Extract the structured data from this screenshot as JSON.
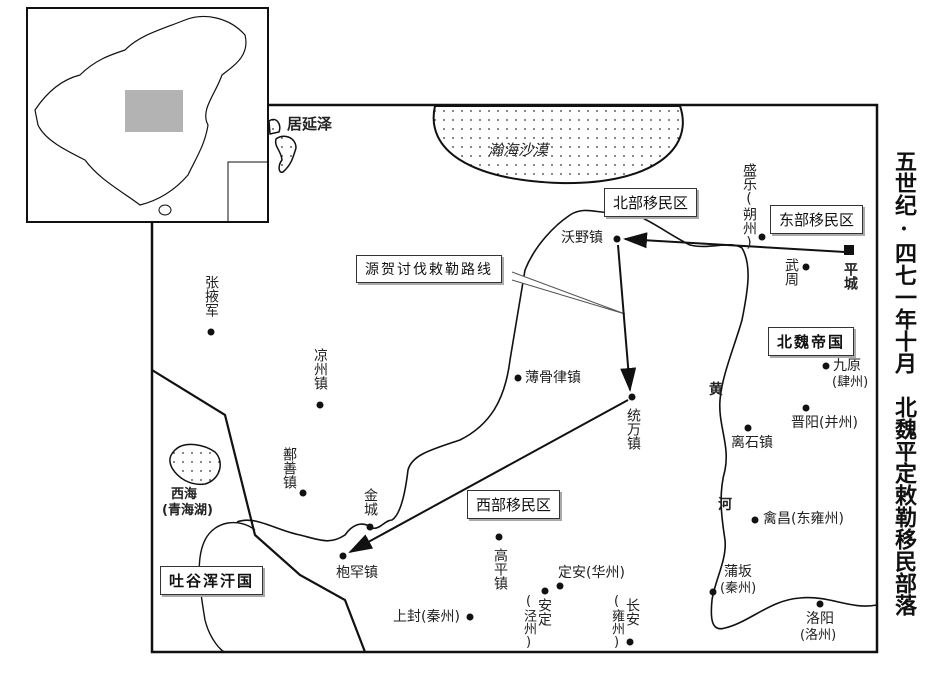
{
  "title": "五世纪·四七一年十月　北魏平定敕勒移民部落",
  "regions": {
    "north_settlement": "北部移民区",
    "east_settlement": "东部移民区",
    "west_settlement": "西部移民区",
    "northern_wei": "北魏帝国",
    "tuyuhun": "吐谷浑汗国"
  },
  "route_callout": "源贺讨伐敕勒路线",
  "features": {
    "juyan_lake": "居延泽",
    "hanhai_desert": "瀚海沙漠",
    "xihai": "西海",
    "qinghai_lake": "(青海湖)",
    "yellow_river_1": "黄",
    "yellow_river_2": "河"
  },
  "places": {
    "shengle": "盛乐(朔州)",
    "woye": "沃野镇",
    "pingcheng": "平城",
    "wuzhou": "武周",
    "zhangye": "张掖军",
    "liangzhou": "凉州镇",
    "bogulv": "薄骨律镇",
    "tongwan": "统万镇",
    "jiuyuan": "九原",
    "sizhou": "(肆州)",
    "jinyang": "晋阳(并州)",
    "lishi": "离石镇",
    "qinchang": "禽昌(东雍州)",
    "shanshan": "鄯善镇",
    "jincheng": "金城",
    "fuhan": "枹罕镇",
    "gaoping": "高平镇",
    "dingan": "定安(华州)",
    "anding": "安定",
    "jingzhou": "(泾州)",
    "shangfeng": "上封(秦州)",
    "changan": "长安",
    "yongzhou": "(雍州)",
    "puban": "蒲坂",
    "puban_sub": "(秦州)",
    "luoyang": "洛阳",
    "luozhou": "(洛州)"
  }
}
